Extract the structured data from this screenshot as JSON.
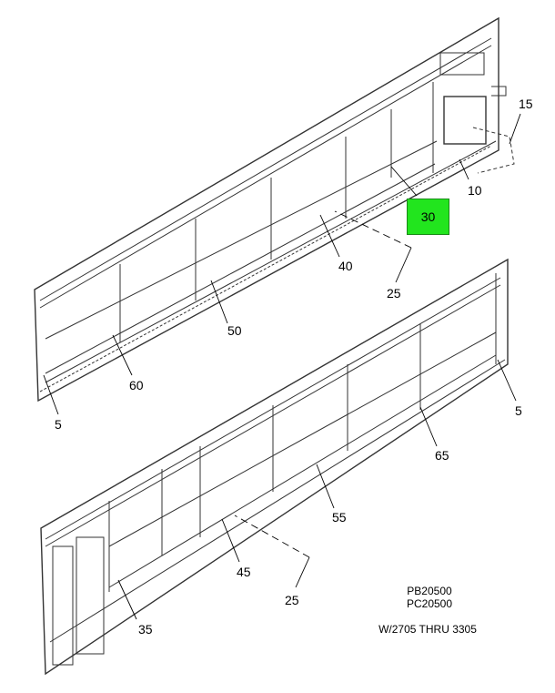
{
  "callouts": {
    "c15": "15",
    "c10": "10",
    "c30": "30",
    "c40": "40",
    "c25a": "25",
    "c50": "50",
    "c60": "60",
    "c5a": "5",
    "c5b": "5",
    "c65": "65",
    "c55": "55",
    "c45": "45",
    "c25b": "25",
    "c35": "35"
  },
  "highlight_color": "#22e51e",
  "notes": {
    "model1": "PB20500",
    "model2": "PC20500",
    "range": "W/2705 THRU 3305"
  }
}
